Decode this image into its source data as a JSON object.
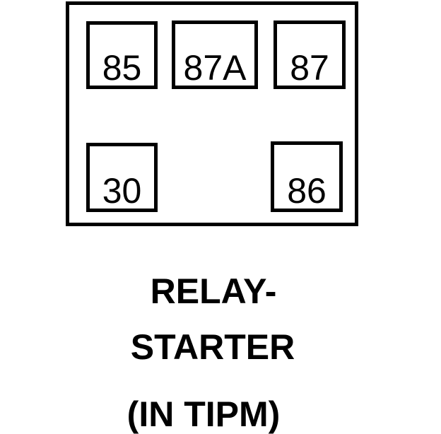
{
  "diagram": {
    "type": "relay-pinout",
    "background_color": "#ffffff",
    "line_color": "#000000",
    "relay_pins": [
      {
        "label": "85"
      },
      {
        "label": "87A"
      },
      {
        "label": "87"
      },
      {
        "label": "30"
      },
      {
        "label": "86"
      }
    ],
    "caption": {
      "line1": "RELAY-",
      "line2": "STARTER",
      "line3": "(IN TIPM)"
    }
  }
}
